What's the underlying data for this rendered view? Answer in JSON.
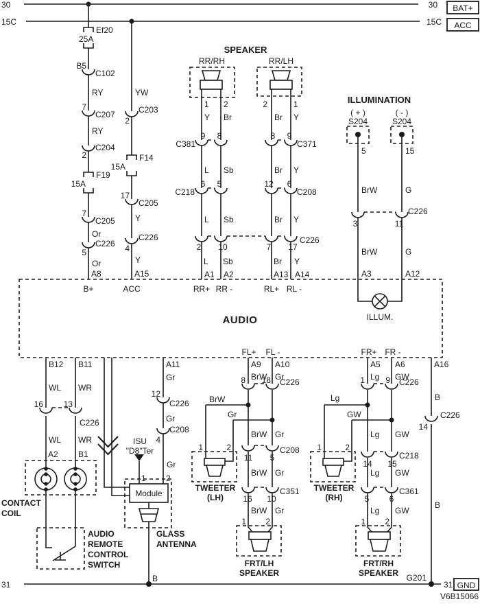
{
  "rails": {
    "left_30": "30",
    "left_15c": "15C",
    "right_30": "30",
    "bat": "BAT+",
    "right_15c": "15C",
    "acc": "ACC"
  },
  "fuse_col": {
    "ef20": "Ef20",
    "amp25": "25A",
    "b5": "B5",
    "c102": "C102",
    "ry1": "RY",
    "p7": "7",
    "c207": "C207",
    "ry2": "RY",
    "p2": "2",
    "c204": "C204",
    "f19": "F19",
    "amp15": "15A",
    "p7b": "7",
    "c205": "C205",
    "or1": "Or",
    "p5": "5",
    "c226": "C226",
    "or2": "Or",
    "a8": "A8"
  },
  "acc_col": {
    "yw": "YW",
    "p2": "2",
    "c203": "C203",
    "f14": "F14",
    "amp15": "15A",
    "p17": "17",
    "c205": "C205",
    "y1": "Y",
    "p4": "4",
    "c226": "C226",
    "y2": "Y",
    "a15": "A15"
  },
  "rear": {
    "title": "SPEAKER",
    "rh_name": "RR/RH",
    "lh_name": "RR/LH",
    "rh_p1": "1",
    "rh_p2": "2",
    "rh_y": "Y",
    "rh_br": "Br",
    "c381": "C381",
    "rh_p9": "9",
    "rh_p8": "8",
    "rh_l1": "L",
    "rh_sb1": "Sb",
    "c218": "C218",
    "rh_p6": "6",
    "rh_p5": "5",
    "rh_l2": "L",
    "rh_sb2": "Sb",
    "rh_pc2": "2",
    "rh_pc10": "10",
    "rh_l3": "L",
    "rh_sb3": "Sb",
    "a1": "A1",
    "a2": "A2",
    "lh_p2": "2",
    "lh_p1": "1",
    "lh_br": "Br",
    "lh_y": "Y",
    "c371": "C371",
    "lh_p8": "8",
    "lh_p9": "9",
    "lh_br1": "Br",
    "lh_y1": "Y",
    "c208": "C208",
    "lh_p12": "12",
    "lh_p6": "6",
    "lh_br2": "Br",
    "lh_y2": "Y",
    "c226": "C226",
    "lh_pc7": "7",
    "lh_pc17": "17",
    "lh_br3": "Br",
    "lh_y3": "Y",
    "a13": "A13",
    "a14": "A14"
  },
  "illum": {
    "title": "ILLUMINATION",
    "plus": "( + )",
    "minus": "( - )",
    "s204a": "S204",
    "s204b": "S204",
    "p5": "5",
    "p15": "15",
    "brw1": "BrW",
    "g1": "G",
    "c226": "C226",
    "p3": "3",
    "p11": "11",
    "brw2": "BrW",
    "g2": "G",
    "a3": "A3",
    "a12": "A12",
    "lamp": "ILLUM."
  },
  "audio": {
    "title": "AUDIO",
    "bplus": "B+",
    "acc": "ACC",
    "rrp": "RR+",
    "rrm": "RR -",
    "rlp": "RL+",
    "rlm": "RL -",
    "flp": "FL+",
    "flm": "FL -",
    "frp": "FR+",
    "frm": "FR -"
  },
  "left": {
    "b12": "B12",
    "b11": "B11",
    "wl1": "WL",
    "wr1": "WR",
    "p16": "16",
    "p13": "13",
    "c226": "C226",
    "wl2": "WL",
    "wr2": "WR",
    "a2": "A2",
    "b1": "B1",
    "coil1": "CONTACT",
    "coil2": "COIL",
    "sw1": "AUDIO",
    "sw2": "REMOTE",
    "sw3": "CONTROL",
    "sw4": "SWITCH"
  },
  "ant": {
    "a11": "A11",
    "gr1": "Gr",
    "p12": "12",
    "c226": "C226",
    "gr2": "Gr",
    "p4": "4",
    "c208": "C208",
    "gr3": "Gr",
    "isu1": "ISU",
    "isu2": "\"D8\"Ter",
    "p1": "1",
    "p2": "2",
    "module": "Module",
    "glass1": "GLASS",
    "glass2": "ANTENNA",
    "b": "B"
  },
  "fl": {
    "a9": "A9",
    "a10": "A10",
    "brw0": "BrW",
    "gr0": "Gr",
    "p8": "8",
    "p18": "18",
    "c226": "C226",
    "brw_t": "BrW",
    "gr_t": "Gr",
    "tp1": "1",
    "tp2": "2",
    "tw1": "TWEETER",
    "tw2": "(LH)",
    "brw1": "BrW",
    "gr1": "Gr",
    "p11": "11",
    "p5": "5",
    "c208": "C208",
    "brw2": "BrW",
    "gr2": "Gr",
    "p16": "16",
    "p10": "10",
    "c351": "C351",
    "brw3": "BrW",
    "gr3": "Gr",
    "sp1": "1",
    "sp2": "2",
    "spk1": "FRT/LH",
    "spk2": "SPEAKER"
  },
  "fr": {
    "a5": "A5",
    "a6": "A6",
    "lg0": "Lg",
    "gw0": "GW",
    "p1": "1",
    "p9": "9",
    "c226": "C226",
    "lg_t": "Lg",
    "gw_t": "GW",
    "tp1": "1",
    "tp2": "2",
    "tw1": "TWEETER",
    "tw2": "(RH)",
    "lg1": "Lg",
    "gw1": "GW",
    "p14": "14",
    "p15": "15",
    "c218": "C218",
    "lg2": "Lg",
    "gw2": "GW",
    "p5": "5",
    "p6": "6",
    "c361": "C361",
    "lg3": "Lg",
    "gw3": "GW",
    "sp1": "1",
    "sp2": "2",
    "spk1": "FRT/RH",
    "spk2": "SPEAKER"
  },
  "gnd": {
    "a16": "A16",
    "b1": "B",
    "p14": "14",
    "c226": "C226",
    "b2": "B"
  },
  "footer": {
    "left_31": "31",
    "g201": "G201",
    "right_31": "31",
    "gnd": "GND",
    "code": "V6B15066"
  }
}
